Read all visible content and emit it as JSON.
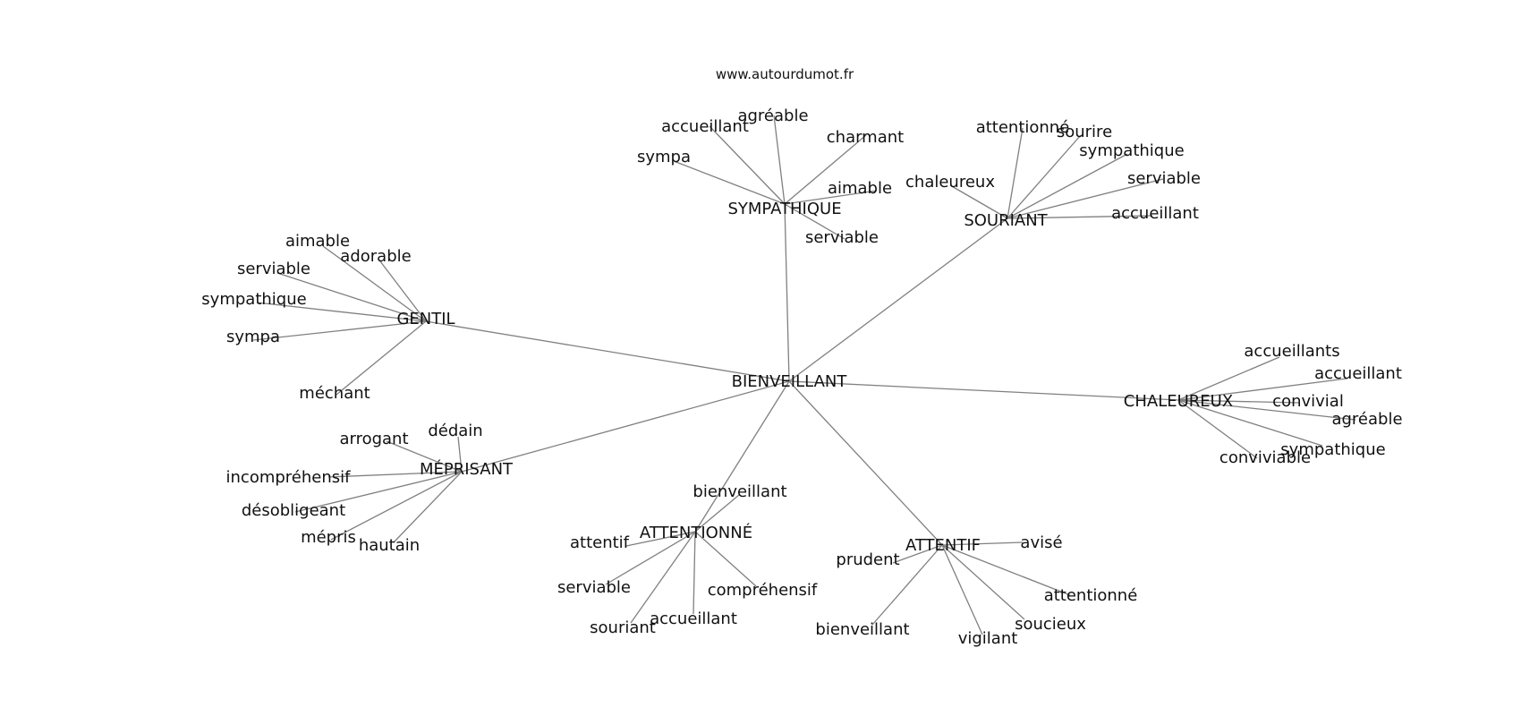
{
  "site": "www.autourdumot.fr",
  "colors": {
    "edge": "#808080",
    "text": "#111111",
    "background": "#ffffff"
  },
  "center": "BIENVEILLANT",
  "hubs": [
    {
      "id": "sympathique",
      "label": "SYMPATHIQUE",
      "leaves": [
        "agréable",
        "accueillant",
        "charmant",
        "sympa",
        "aimable",
        "serviable"
      ]
    },
    {
      "id": "souriant",
      "label": "SOURIANT",
      "leaves": [
        "attentionné",
        "sourire",
        "sympathique",
        "chaleureux",
        "serviable",
        "accueillant"
      ]
    },
    {
      "id": "gentil",
      "label": "GENTIL",
      "leaves": [
        "aimable",
        "adorable",
        "serviable",
        "sympathique",
        "sympa",
        "méchant"
      ]
    },
    {
      "id": "chaleureux",
      "label": "CHALEUREUX",
      "leaves": [
        "accueillants",
        "accueillant",
        "convivial",
        "agréable",
        "sympathique",
        "conviviable"
      ]
    },
    {
      "id": "meprisant",
      "label": "MÉPRISANT",
      "leaves": [
        "dédain",
        "arrogant",
        "incompréhensif",
        "désobligeant",
        "mépris",
        "hautain"
      ]
    },
    {
      "id": "attentionne",
      "label": "ATTENTIONNÉ",
      "leaves": [
        "bienveillant",
        "attentif",
        "serviable",
        "compréhensif",
        "accueillant",
        "souriant"
      ]
    },
    {
      "id": "attentif",
      "label": "ATTENTIF",
      "leaves": [
        "avisé",
        "prudent",
        "attentionné",
        "soucieux",
        "bienveillant",
        "vigilant"
      ]
    }
  ]
}
